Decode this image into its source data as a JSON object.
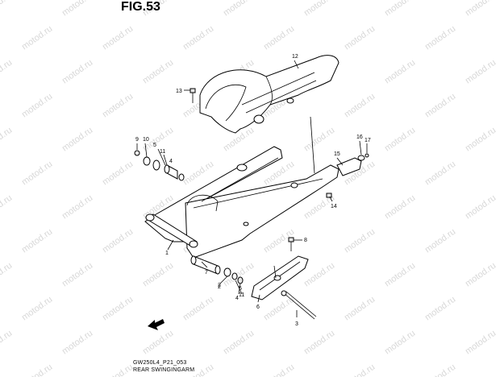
{
  "figure": {
    "title": "FIG.53",
    "code": "GW250L4_P21_053",
    "name": "REAR SWINGINGARM"
  },
  "watermark": "motod.ru",
  "parts": [
    "1",
    "2",
    "3",
    "4",
    "5",
    "6",
    "7",
    "8",
    "9",
    "10",
    "11",
    "12",
    "13",
    "14",
    "15",
    "16",
    "17",
    "2",
    "4",
    "5",
    "11"
  ],
  "colors": {
    "line": "#000000",
    "watermark": "#d8d8d8",
    "background": "#ffffff"
  }
}
